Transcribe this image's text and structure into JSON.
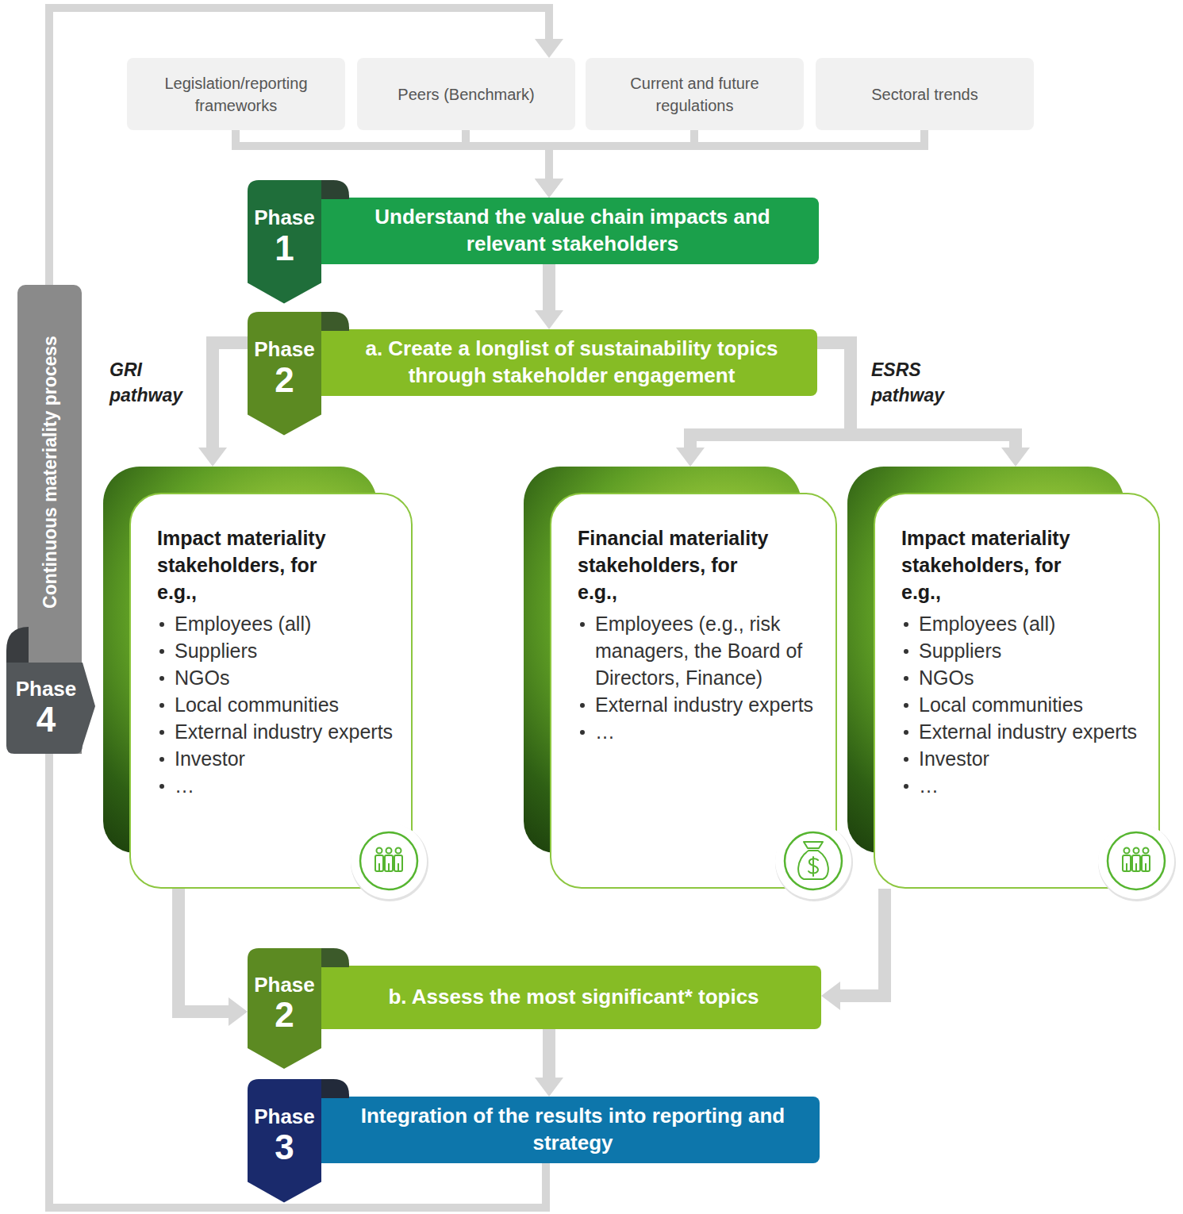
{
  "diagram": {
    "nodes": [
      {
        "text": [
          "Legislation/reporting frameworks"
        ]
      },
      {
        "text": [
          "Peers (Benchmark)"
        ]
      },
      {
        "text": [
          "Current and future regulations"
        ]
      },
      {
        "text": [
          "Sectoral trends"
        ]
      },
      {
        "text": [
          "Phase",
          "1",
          "Understand the value chain impacts and relevant stakeholders"
        ]
      },
      {
        "text": [
          "Phase",
          "2",
          "a. Create a longlist of sustainability topics through stakeholder engagement"
        ]
      },
      {
        "text": [
          "Impact materiality stakeholders, for e.g.,",
          "Employees (all)",
          "Suppliers",
          "NGOs",
          "Local communities",
          "External industry experts",
          "Investor",
          "…"
        ]
      },
      {
        "text": [
          "Financial materiality stakeholders, for e.g.,",
          "Employees (e.g., risk managers, the Board of Directors, Finance)",
          "External industry experts",
          "…"
        ]
      },
      {
        "text": [
          "Impact materiality stakeholders, for e.g.,",
          "Employees (all)",
          "Suppliers",
          "NGOs",
          "Local communities",
          "External industry experts",
          "Investor",
          "…"
        ]
      },
      {
        "text": [
          "Phase",
          "2",
          "b. Assess the most significant* topics"
        ]
      },
      {
        "text": [
          "Phase",
          "3",
          "Integration of the results into reporting and strategy"
        ]
      },
      {
        "text": [
          "Continuous materiality process",
          "Phase",
          "4"
        ]
      }
    ],
    "edges": [
      {
        "from": 0,
        "to": 4,
        "arrow": "to"
      },
      {
        "from": 1,
        "to": 4,
        "arrow": "to"
      },
      {
        "from": 2,
        "to": 4,
        "arrow": "to"
      },
      {
        "from": 3,
        "to": 4,
        "arrow": "to"
      },
      {
        "from": 4,
        "to": 5,
        "arrow": "to"
      },
      {
        "from": 5,
        "to": 6,
        "arrow": "to"
      },
      {
        "from": 5,
        "to": 7,
        "arrow": "to"
      },
      {
        "from": 5,
        "to": 8,
        "arrow": "to"
      },
      {
        "from": 6,
        "to": 9,
        "arrow": "to"
      },
      {
        "from": 8,
        "to": 9,
        "arrow": "to"
      },
      {
        "from": 9,
        "to": 10,
        "arrow": "to"
      },
      {
        "from": 10,
        "to": 11,
        "arrow": "none"
      },
      {
        "from": 11,
        "to": 1,
        "arrow": "to"
      }
    ],
    "labels": [
      "GRI pathway",
      "ESRS pathway"
    ]
  }
}
